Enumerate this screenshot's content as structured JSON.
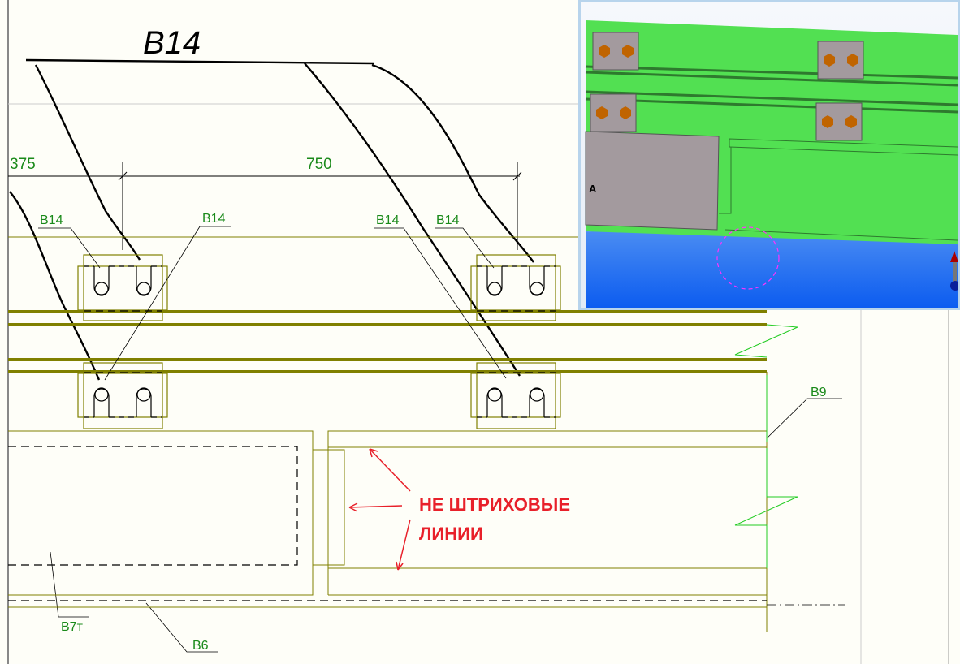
{
  "drawing": {
    "handwritten_title": "В14",
    "dimensions": [
      "375",
      "750"
    ],
    "labels": {
      "b14_a": "В14",
      "b14_b": "В14",
      "b14_c": "В14",
      "b14_d": "В14",
      "b9": "В9",
      "b7t": "В7т",
      "b6": "В6"
    },
    "annotation": {
      "line1": "НЕ ШТРИХОВЫЕ",
      "line2": "ЛИНИИ"
    }
  },
  "viewport3d": {
    "marker_label": "A"
  },
  "colors": {
    "olive": "#808000",
    "green_label": "#1a8a1a",
    "red_note": "#e8202a",
    "model_green": "#52e052",
    "model_blue": "#3d7ff0",
    "plate_gray": "#a39a9e",
    "bolt_orange": "#c06400"
  }
}
